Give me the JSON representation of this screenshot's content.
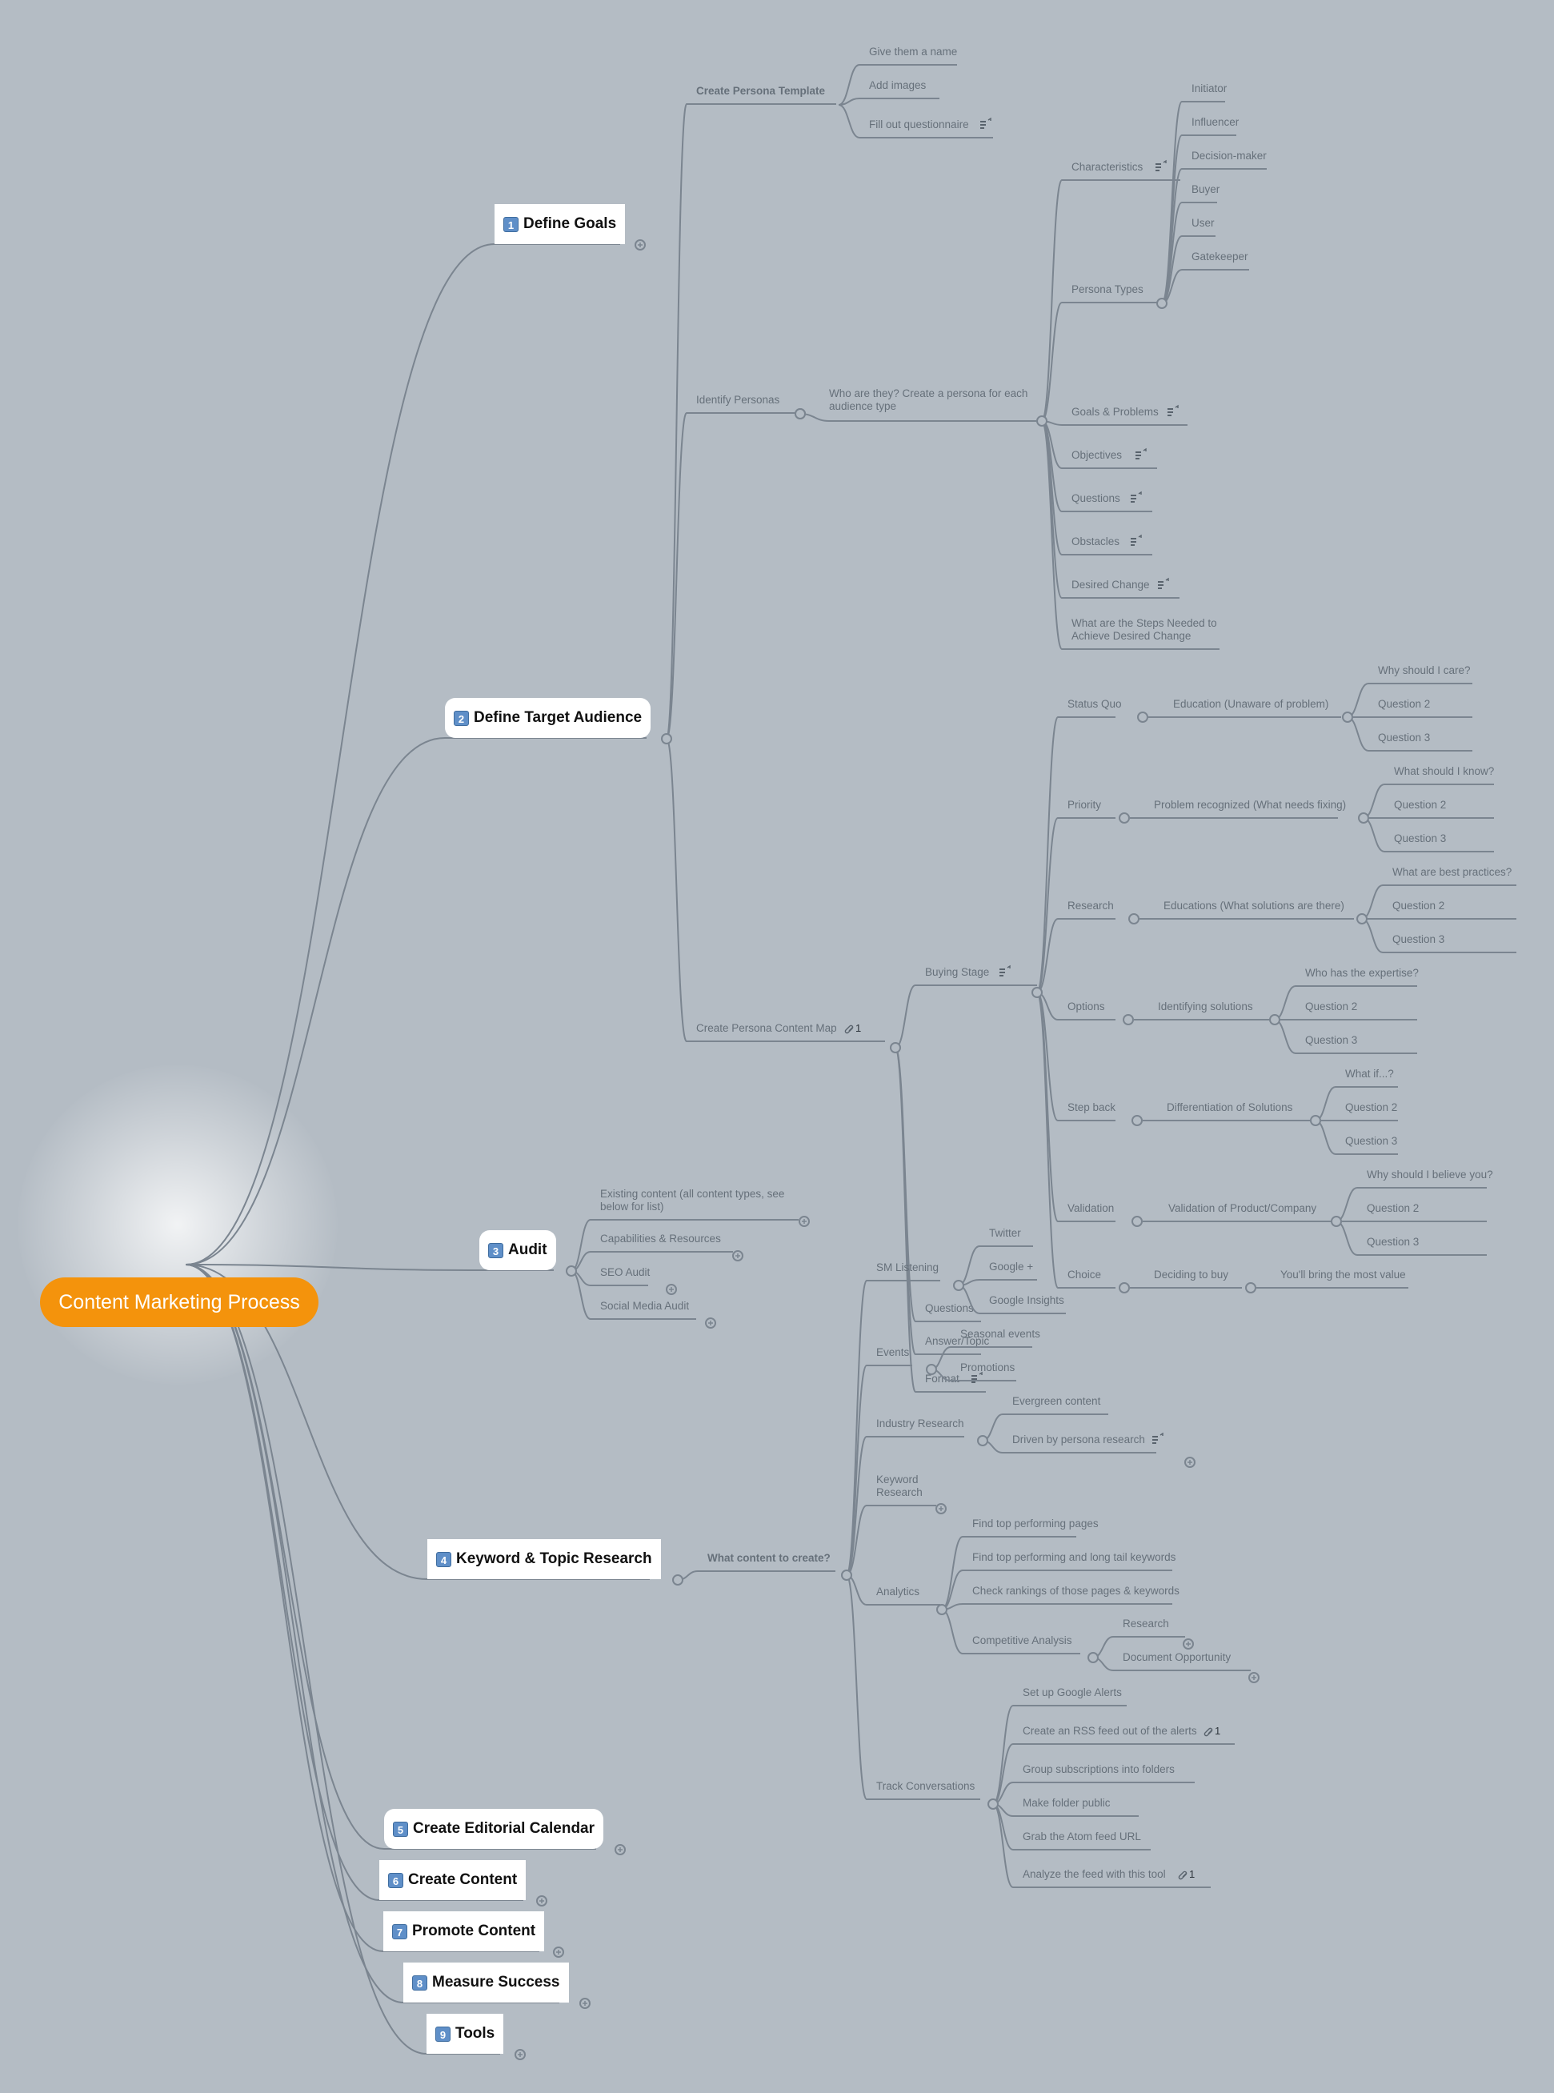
{
  "root": {
    "label": "Content Marketing Process"
  },
  "branches": [
    {
      "num": "1",
      "label": "Define Goals"
    },
    {
      "num": "2",
      "label": "Define Target Audience"
    },
    {
      "num": "3",
      "label": "Audit"
    },
    {
      "num": "4",
      "label": "Keyword & Topic Research"
    },
    {
      "num": "5",
      "label": "Create Editorial Calendar"
    },
    {
      "num": "6",
      "label": "Create Content"
    },
    {
      "num": "7",
      "label": "Promote Content"
    },
    {
      "num": "8",
      "label": "Measure Success"
    },
    {
      "num": "9",
      "label": "Tools"
    }
  ],
  "persona_template": {
    "title": "Create Persona Template",
    "items": [
      "Give them a name",
      "Add images",
      "Fill out questionnaire"
    ]
  },
  "identify_personas": {
    "title": "Identify Personas",
    "question": [
      "Who are they? Create a persona for each",
      "audience type"
    ],
    "characteristics": "Characteristics",
    "persona_types": {
      "title": "Persona Types",
      "items": [
        "Initiator",
        "Influencer",
        "Decision-maker",
        "Buyer",
        "User",
        "Gatekeeper"
      ]
    },
    "items": [
      "Goals & Problems",
      "Objectives",
      "Questions",
      "Obstacles",
      "Desired Change"
    ],
    "steps": [
      "What are the Steps Needed to",
      "Achieve Desired Change"
    ]
  },
  "content_map": {
    "title": "Create Persona Content Map",
    "link_count": "1",
    "buying_stage": "Buying Stage",
    "stages": [
      {
        "name": "Status Quo",
        "mid": "Education (Unaware of problem)",
        "qs": [
          "Why should I care?",
          "Question 2",
          "Question 3"
        ]
      },
      {
        "name": "Priority",
        "mid": "Problem recognized (What needs fixing)",
        "qs": [
          "What should I know?",
          "Question 2",
          "Question 3"
        ]
      },
      {
        "name": "Research",
        "mid": "Educations (What solutions are there)",
        "qs": [
          "What are best practices?",
          "Question 2",
          "Question 3"
        ]
      },
      {
        "name": "Options",
        "mid": "Identifying solutions",
        "qs": [
          "Who has the expertise?",
          "Question 2",
          "Question 3"
        ]
      },
      {
        "name": "Step back",
        "mid": "Differentiation of Solutions",
        "qs": [
          "What if...?",
          "Question 2",
          "Question 3"
        ]
      },
      {
        "name": "Validation",
        "mid": "Validation of Product/Company",
        "qs": [
          "Why should I believe you?",
          "Question 2",
          "Question 3"
        ]
      },
      {
        "name": "Choice",
        "mid": "Deciding to buy",
        "qs": [
          "You'll bring the most value"
        ]
      }
    ],
    "questions": "Questions",
    "answer_topic": "Answer/Topic",
    "format": "Format"
  },
  "audit": {
    "items": [
      [
        "Existing content (all content types, see",
        "below for list)"
      ],
      [
        "Capabilities & Resources"
      ],
      [
        "SEO Audit"
      ],
      [
        "Social Media Audit"
      ]
    ]
  },
  "keyword": {
    "question": "What content to create?",
    "sm_listening": {
      "title": "SM Listening",
      "items": [
        "Twitter",
        "Google +",
        "Google Insights"
      ]
    },
    "events": {
      "title": "Events",
      "items": [
        "Seasonal events",
        "Promotions"
      ]
    },
    "industry": {
      "title": "Industry Research",
      "items": [
        "Evergreen content",
        "Driven by persona research"
      ]
    },
    "keyword_research": [
      "Keyword",
      "Research"
    ],
    "analytics": {
      "title": "Analytics",
      "items": [
        "Find top performing pages",
        "Find top performing and long tail keywords",
        "Check rankings of those pages & keywords",
        "Competitive Analysis"
      ],
      "competitive": [
        "Research",
        "Document Opportunity"
      ]
    },
    "track": {
      "title": "Track Conversations",
      "items": [
        "Set up Google Alerts",
        "Create an RSS feed out of the alerts",
        "Group subscriptions into folders",
        "Make folder public",
        "Grab the Atom feed URL",
        "Analyze the feed with this tool"
      ],
      "link_counts": [
        "1",
        "1"
      ]
    }
  }
}
